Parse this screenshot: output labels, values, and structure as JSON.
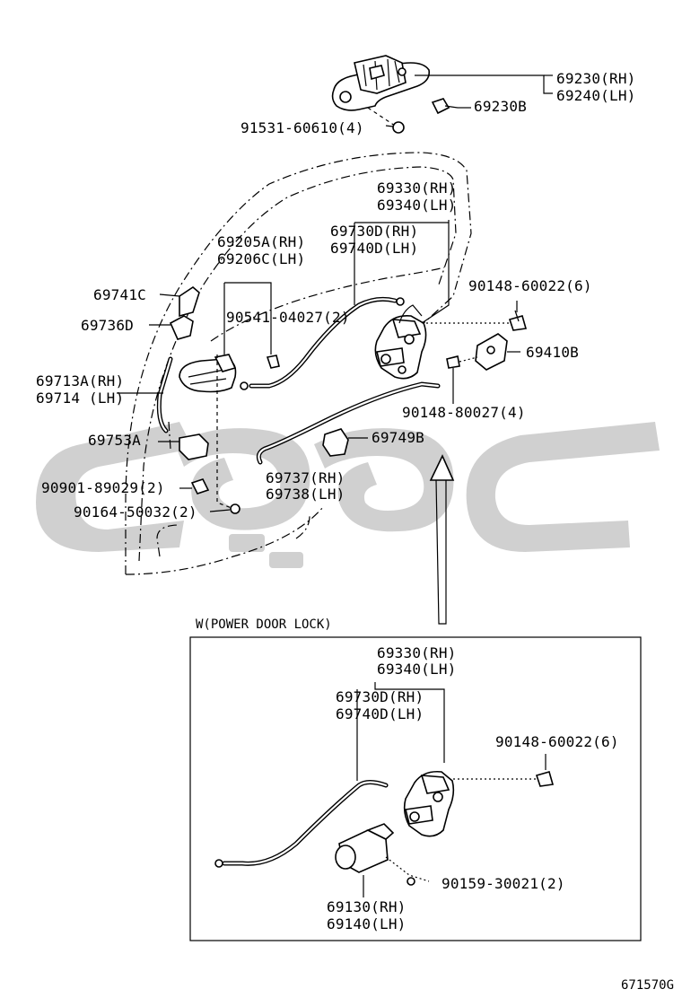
{
  "callouts": {
    "p69230": "69230(RH)",
    "p69240": "69240(LH)",
    "p69230b": "69230B",
    "p91531": "91531-60610(4)",
    "p69330": "69330(RH)",
    "p69340": "69340(LH)",
    "p69730d": "69730D(RH)",
    "p69740d": "69740D(LH)",
    "p69205a": "69205A(RH)",
    "p69206c": "69206C(LH)",
    "p69741c": "69741C",
    "p69736d": "69736D",
    "p90541": "90541-04027(2)",
    "p90148a": "90148-60022(6)",
    "p69410b": "69410B",
    "p69713a": "69713A(RH)",
    "p69714": "69714  (LH)",
    "p90148b": "90148-80027(4)",
    "p69753a": "69753A",
    "p69749b": "69749B",
    "p90901": "90901-89029(2)",
    "p69737": "69737(RH)",
    "p69738": "69738(LH)",
    "p90164": "90164-50032(2)"
  },
  "inset": {
    "title": "W(POWER DOOR LOCK)",
    "p69330": "69330(RH)",
    "p69340": "69340(LH)",
    "p69730d": "69730D(RH)",
    "p69740d": "69740D(LH)",
    "p90148": "90148-60022(6)",
    "p90159": "90159-30021(2)",
    "p69130": "69130(RH)",
    "p69140": "69140(LH)"
  },
  "diagram_code": "671570G",
  "watermark_color": "#c8c8c8"
}
